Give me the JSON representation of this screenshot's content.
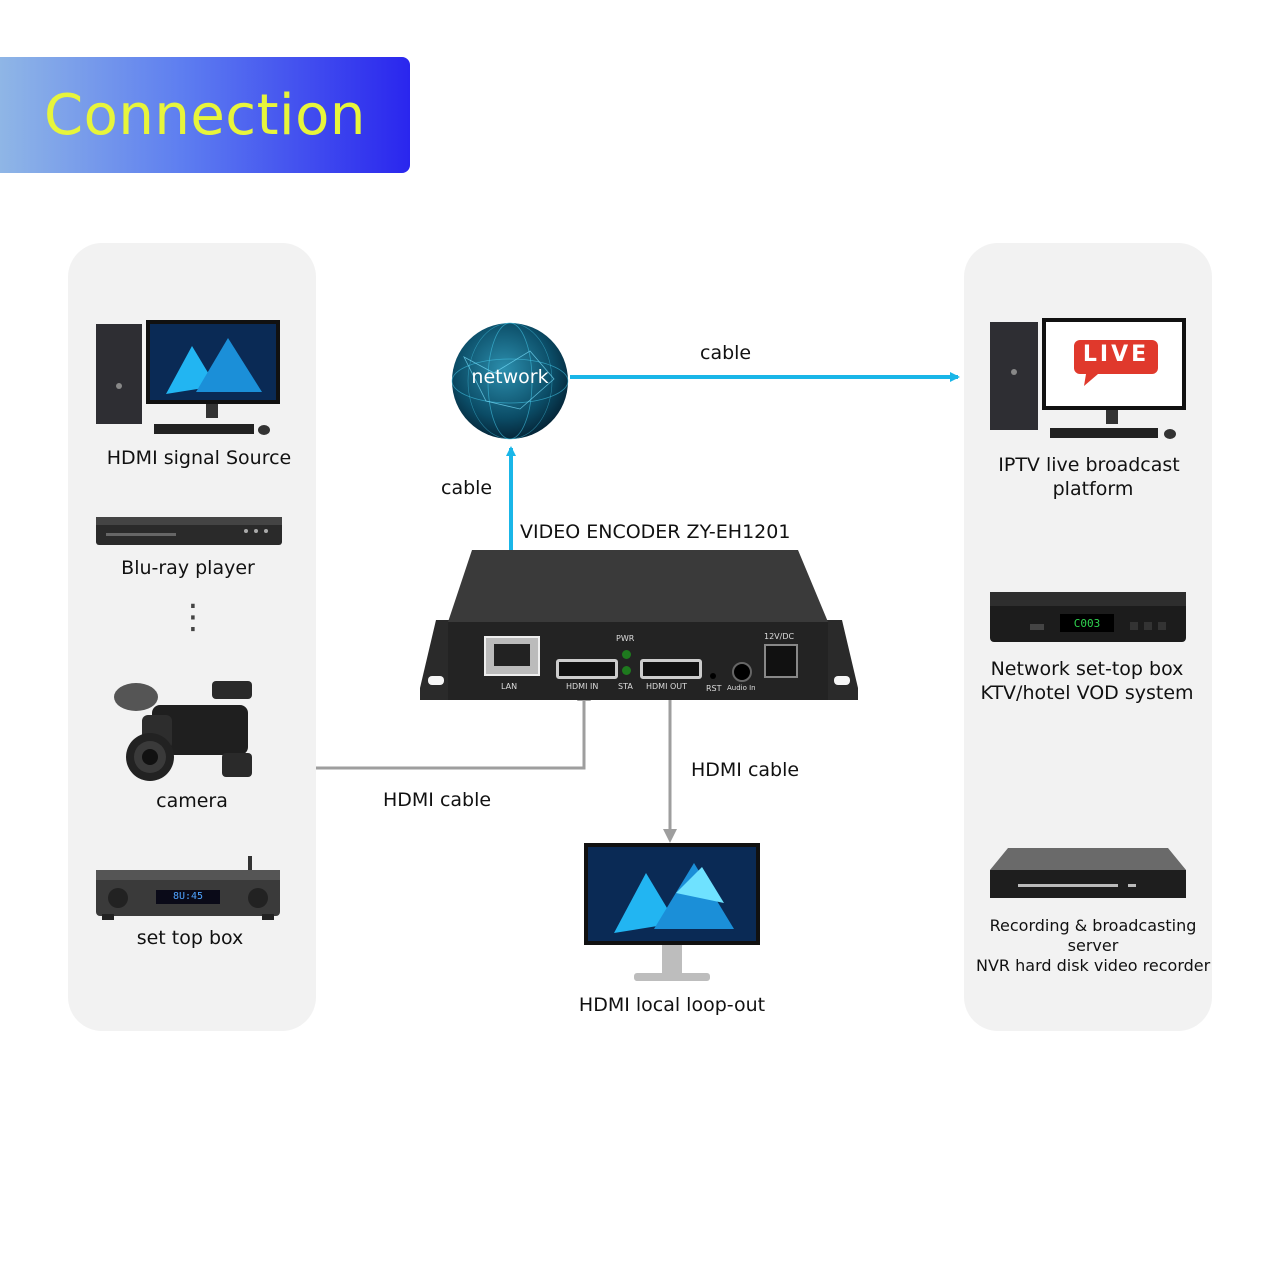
{
  "title": "Connection",
  "colors": {
    "title_text": "#e7f53b",
    "network_link": "#19b6e8",
    "hdmi_link": "#9e9e9e"
  },
  "center": {
    "network_label": "network",
    "cable_top_label": "cable",
    "cable_up_label": "cable",
    "encoder_label": "VIDEO ENCODER ZY-EH1201",
    "port_labels": {
      "pwr": "PWR",
      "lan": "LAN",
      "hdmi_in": "HDMI IN",
      "sta": "STA",
      "hdmi_out": "HDMI OUT",
      "rst": "RST",
      "audio_in": "Audio In",
      "dc": "12V/DC"
    },
    "hdmi_cable_left": "HDMI cable",
    "hdmi_cable_right": "HDMI cable",
    "loopout_label": "HDMI local loop-out"
  },
  "sources": [
    {
      "label": "HDMI signal Source",
      "icon": "desktop-pc-icon"
    },
    {
      "label": "Blu-ray player",
      "icon": "bluray-player-icon"
    },
    {
      "label": "camera",
      "icon": "camcorder-icon"
    },
    {
      "label": "set top box",
      "icon": "av-receiver-icon"
    }
  ],
  "ellipsis": "⋮",
  "destinations": [
    {
      "line1": "IPTV live broadcast",
      "line2": "platform",
      "icon": "live-pc-icon",
      "live_badge": "LIVE"
    },
    {
      "line1": "Network set-top box",
      "line2": "KTV/hotel VOD system",
      "icon": "settop-box-icon",
      "display": "C003"
    },
    {
      "line1": "Recording & broadcasting",
      "line2": "server",
      "line3": "NVR hard disk video recorder",
      "icon": "nvr-recorder-icon"
    }
  ],
  "stb_display": "8U:45"
}
